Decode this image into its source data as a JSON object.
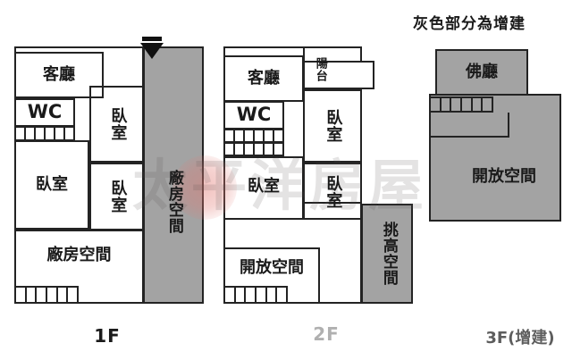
{
  "note": {
    "text": "灰色部分為增建"
  },
  "watermark": {
    "text": "太平洋房屋"
  },
  "floors": [
    {
      "id": "1f",
      "caption": "1F",
      "rooms": [
        {
          "key": "living",
          "label": "客廳"
        },
        {
          "key": "wc",
          "label": "WC"
        },
        {
          "key": "bedroom_left",
          "label": "臥室"
        },
        {
          "key": "bedroom_mid_upper",
          "label": "臥室"
        },
        {
          "key": "bedroom_mid_lower",
          "label": "臥室"
        },
        {
          "key": "factory_hall",
          "label": "廠房空間"
        },
        {
          "key": "factory_strip",
          "label": "廠房空間"
        }
      ]
    },
    {
      "id": "2f",
      "caption": "2F",
      "rooms": [
        {
          "key": "living",
          "label": "客廳"
        },
        {
          "key": "wc",
          "label": "WC"
        },
        {
          "key": "balcony",
          "label": "陽台"
        },
        {
          "key": "bedroom_right_upper",
          "label": "臥室"
        },
        {
          "key": "bedroom_left",
          "label": "臥室"
        },
        {
          "key": "bedroom_mid",
          "label": "臥室"
        },
        {
          "key": "open_space",
          "label": "開放空間"
        },
        {
          "key": "high_ceiling",
          "label": "挑高空間"
        }
      ]
    },
    {
      "id": "3f",
      "caption": "3F(增建)",
      "rooms": [
        {
          "key": "buddha_hall",
          "label": "佛廳"
        },
        {
          "key": "open_space",
          "label": "開放空間"
        }
      ]
    }
  ],
  "markers": {
    "entrance": "entrance-arrow"
  },
  "colors": {
    "extension_gray": "#a3a3a3",
    "outline": "#232323",
    "background": "#ffffff"
  }
}
